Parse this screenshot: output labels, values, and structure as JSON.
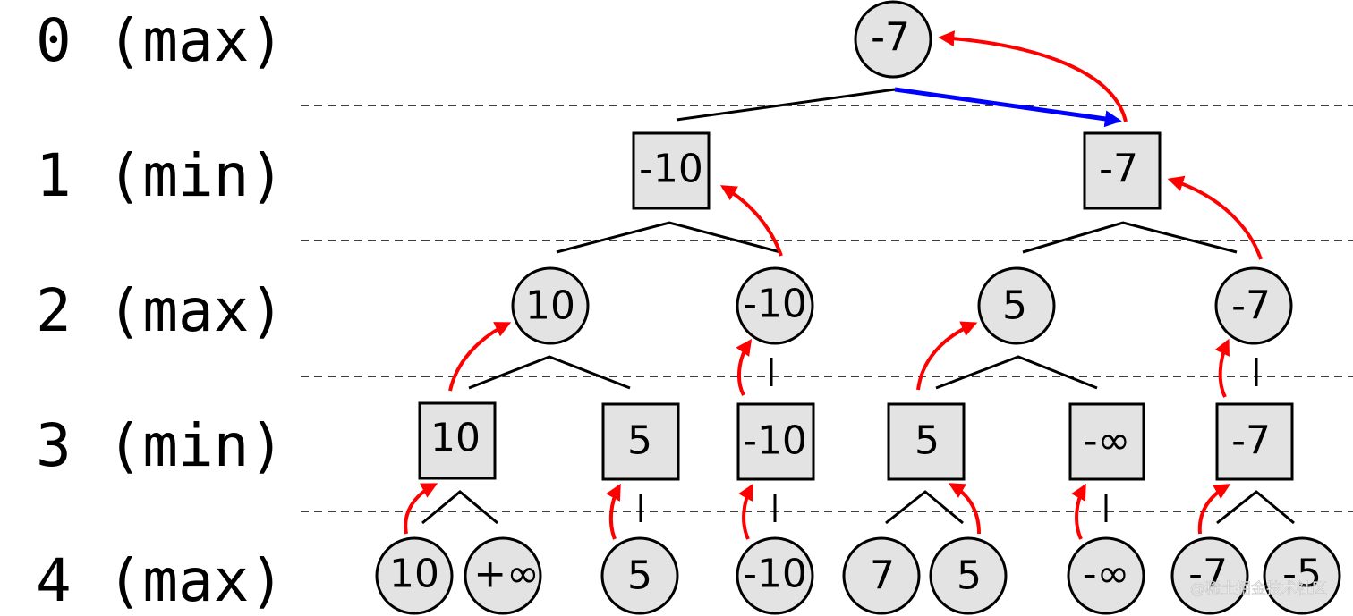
{
  "levels": [
    {
      "label": "0 (max)"
    },
    {
      "label": "1 (min)"
    },
    {
      "label": "2 (max)"
    },
    {
      "label": "3 (min)"
    },
    {
      "label": "4 (max)"
    }
  ],
  "nodes": [
    {
      "id": "n0",
      "value": "-7",
      "shape": "circle"
    },
    {
      "id": "n1a",
      "value": "-10",
      "shape": "square"
    },
    {
      "id": "n1b",
      "value": "-7",
      "shape": "square"
    },
    {
      "id": "n2a",
      "value": "10",
      "shape": "circle"
    },
    {
      "id": "n2b",
      "value": "-10",
      "shape": "circle"
    },
    {
      "id": "n2c",
      "value": "5",
      "shape": "circle"
    },
    {
      "id": "n2d",
      "value": "-7",
      "shape": "circle"
    },
    {
      "id": "n3a",
      "value": "10",
      "shape": "square"
    },
    {
      "id": "n3b",
      "value": "5",
      "shape": "square"
    },
    {
      "id": "n3c",
      "value": "-10",
      "shape": "square"
    },
    {
      "id": "n3d",
      "value": "5",
      "shape": "square"
    },
    {
      "id": "n3e",
      "value": "-∞",
      "shape": "square"
    },
    {
      "id": "n3f",
      "value": "-7",
      "shape": "square"
    },
    {
      "id": "n4a",
      "value": "10",
      "shape": "circle"
    },
    {
      "id": "n4b",
      "value": "+∞",
      "shape": "circle"
    },
    {
      "id": "n4c",
      "value": "5",
      "shape": "circle"
    },
    {
      "id": "n4d",
      "value": "-10",
      "shape": "circle"
    },
    {
      "id": "n4e",
      "value": "7",
      "shape": "circle"
    },
    {
      "id": "n4f",
      "value": "5",
      "shape": "circle"
    },
    {
      "id": "n4g",
      "value": "-∞",
      "shape": "circle"
    },
    {
      "id": "n4h",
      "value": "-7",
      "shape": "circle"
    },
    {
      "id": "n4i",
      "value": "-5",
      "shape": "circle"
    }
  ],
  "colors": {
    "node_fill": "#e3e3e3",
    "propagation_arrow": "#ff0000",
    "best_move_arrow": "#0000ff"
  },
  "watermark": "@稀土掘金技术社区"
}
